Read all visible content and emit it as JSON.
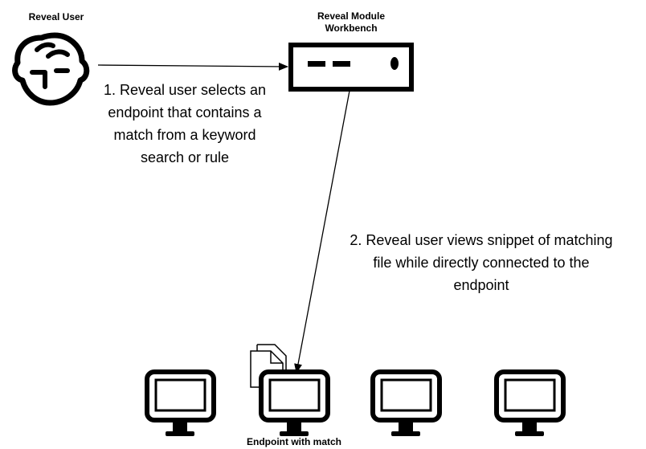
{
  "actors": {
    "user_label": "Reveal User",
    "workbench_label": "Reveal Module\nWorkbench",
    "endpoint_label": "Endpoint with match"
  },
  "steps": {
    "step1": "1. Reveal user selects an\nendpoint that contains a\nmatch from a keyword\nsearch or rule",
    "step2": "2. Reveal user views snippet of matching\nfile while directly connected to the\nendpoint"
  },
  "colors": {
    "stroke": "#000000",
    "background": "#ffffff"
  },
  "icons": [
    "user-face-icon",
    "workbench-server-icon",
    "document-icon",
    "monitor-icon"
  ]
}
